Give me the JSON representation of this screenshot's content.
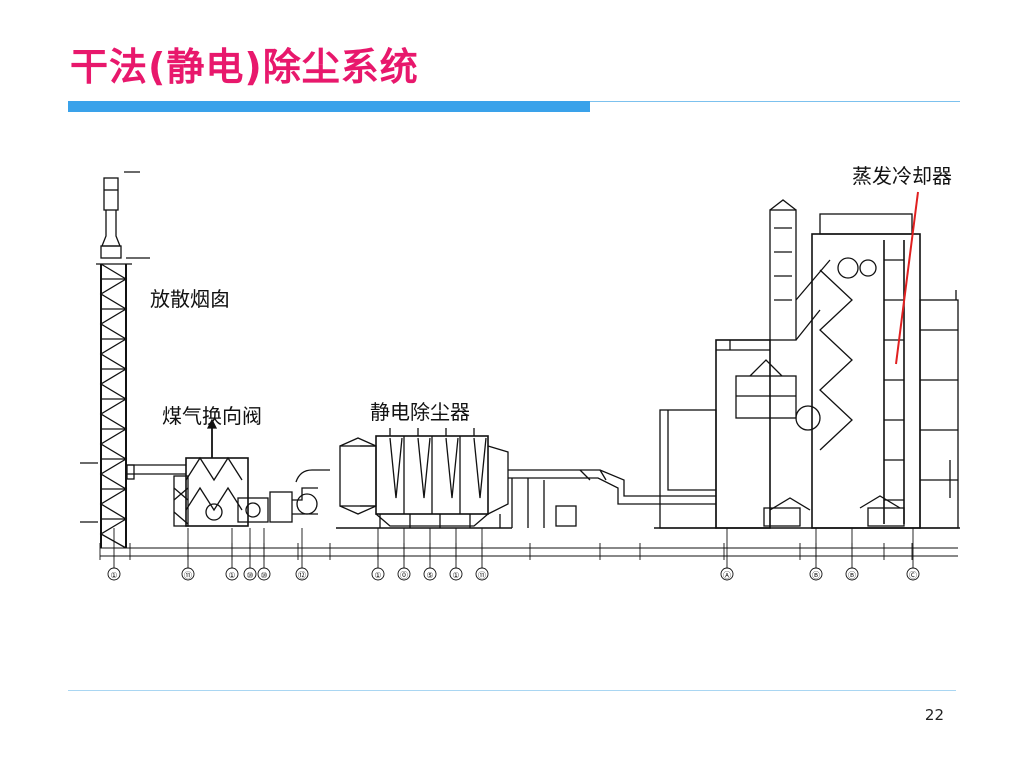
{
  "slide": {
    "title": "干法(静电)除尘系统",
    "page_number": "22"
  },
  "diagram": {
    "labels": {
      "stack": "放散烟囱",
      "gas_valve": "煤气换向阀",
      "precipitator": "静电除尘器",
      "evap_cooler": "蒸发冷却器"
    },
    "axes": [
      "①",
      "⑪",
      "①",
      "⑩",
      "⑩",
      "⑫",
      "①",
      "⓪",
      "⑤",
      "①",
      "⑪",
      "Ⓐ",
      "Ⓑ",
      "Ⓑ",
      "Ⓒ"
    ],
    "colors": {
      "title": "#e8186c",
      "accent_rule": "#3aa2ea",
      "pointer": "#e02020"
    }
  }
}
